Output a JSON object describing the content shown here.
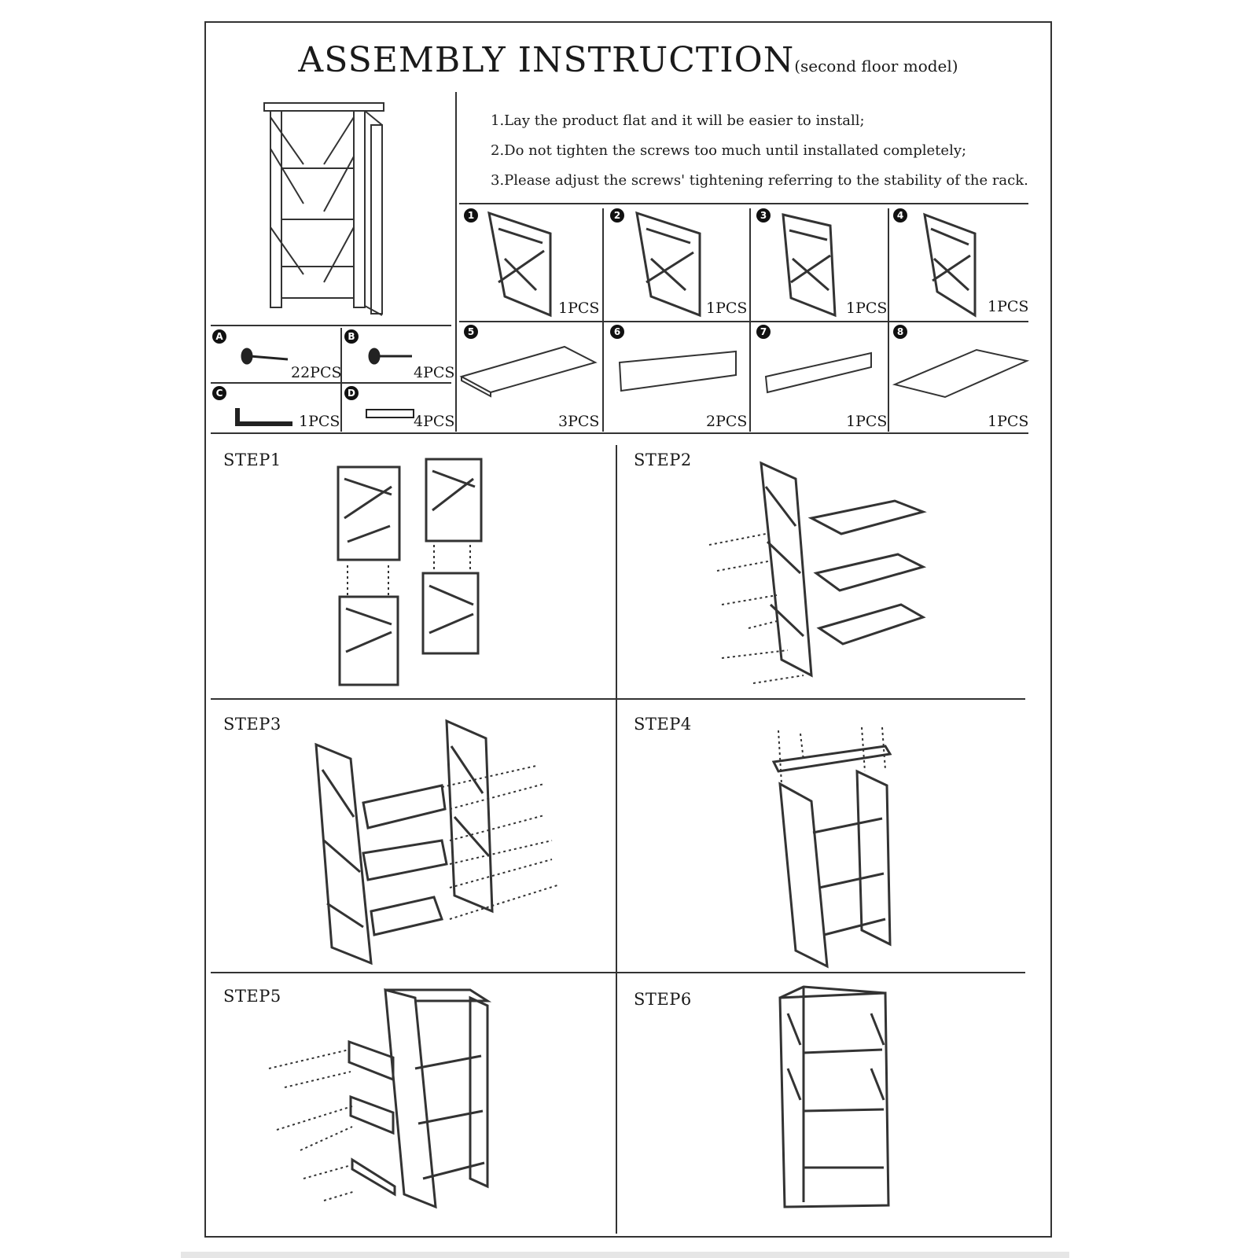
{
  "header": {
    "title": "ASSEMBLY INSTRUCTION",
    "subtitle": "(second floor model)"
  },
  "notes": [
    "1.Lay the product flat and it will be easier to install;",
    "2.Do not tighten the screws too much until installated completely;",
    "3.Please adjust the screws' tightening referring to the stability of the rack."
  ],
  "hardware": [
    {
      "label": "A",
      "qty": "22PCS"
    },
    {
      "label": "B",
      "qty": "4PCS"
    },
    {
      "label": "C",
      "qty": "1PCS"
    },
    {
      "label": "D",
      "qty": "4PCS"
    }
  ],
  "panels": [
    {
      "label": "1",
      "qty": "1PCS"
    },
    {
      "label": "2",
      "qty": "1PCS"
    },
    {
      "label": "3",
      "qty": "1PCS"
    },
    {
      "label": "4",
      "qty": "1PCS"
    },
    {
      "label": "5",
      "qty": "3PCS"
    },
    {
      "label": "6",
      "qty": "2PCS"
    },
    {
      "label": "7",
      "qty": "1PCS"
    },
    {
      "label": "8",
      "qty": "1PCS"
    }
  ],
  "steps": [
    "STEP1",
    "STEP2",
    "STEP3",
    "STEP4",
    "STEP5",
    "STEP6"
  ]
}
